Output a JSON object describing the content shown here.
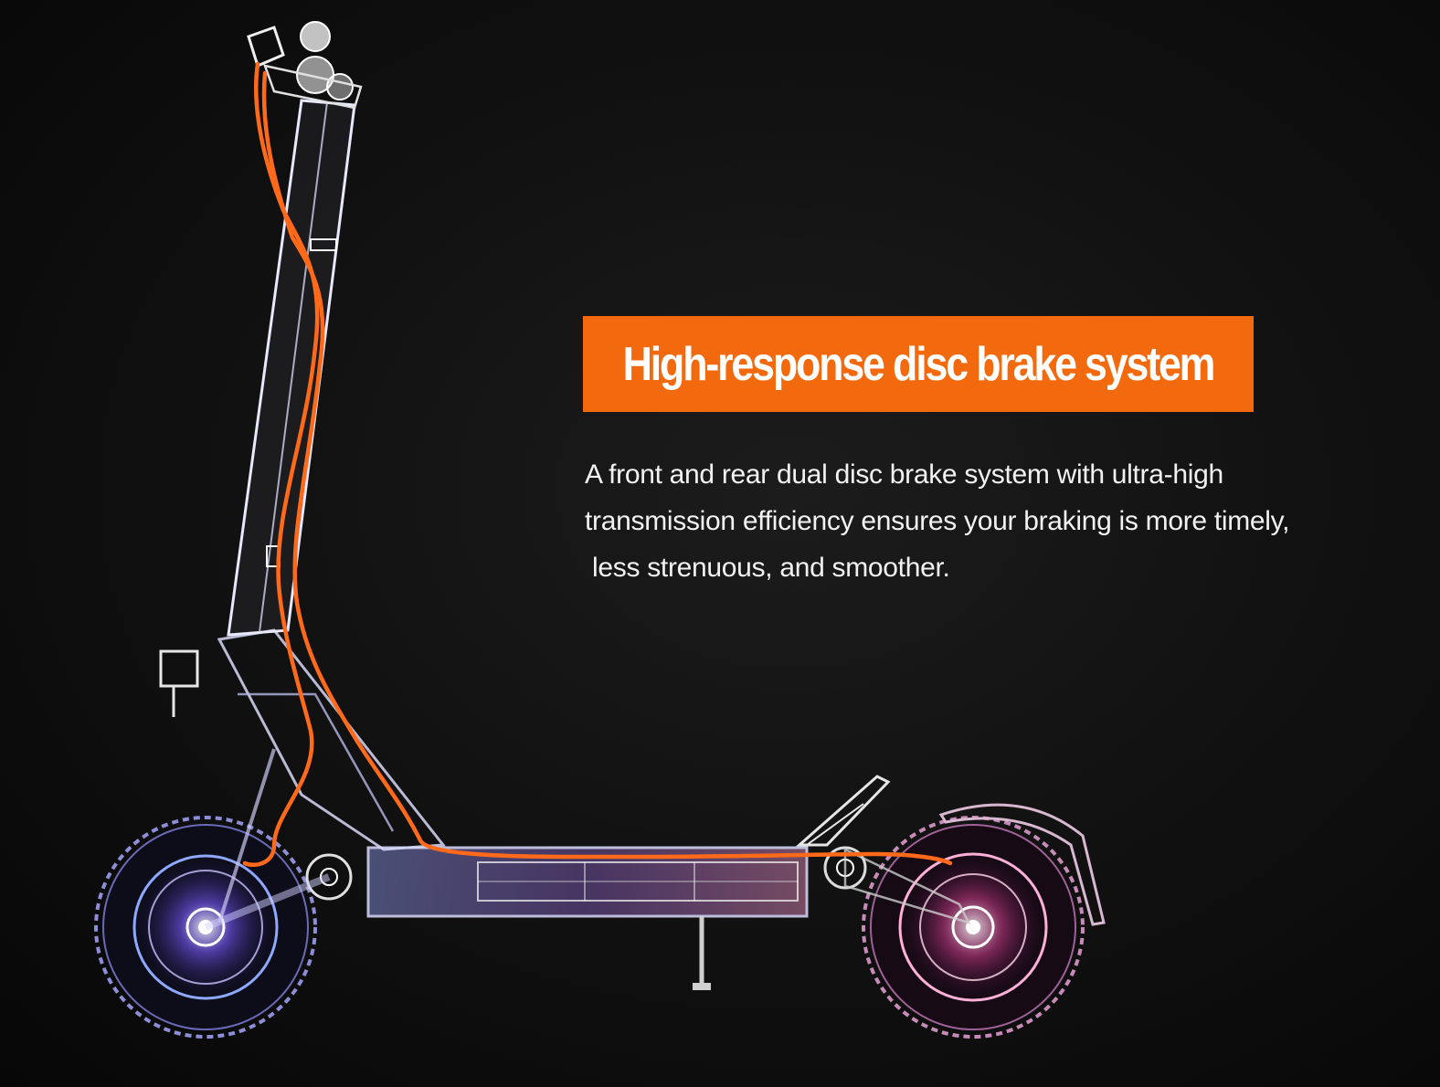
{
  "headline": "High-response disc brake system",
  "description": {
    "line1": "A front and rear dual disc brake system with ultra-high",
    "line2": "transmission efficiency ensures your braking is more timely,",
    "line3": " less strenuous, and smoother."
  },
  "colors": {
    "accent": "#f26a0d",
    "background": "#111111",
    "cable": "#ff6a1a"
  }
}
